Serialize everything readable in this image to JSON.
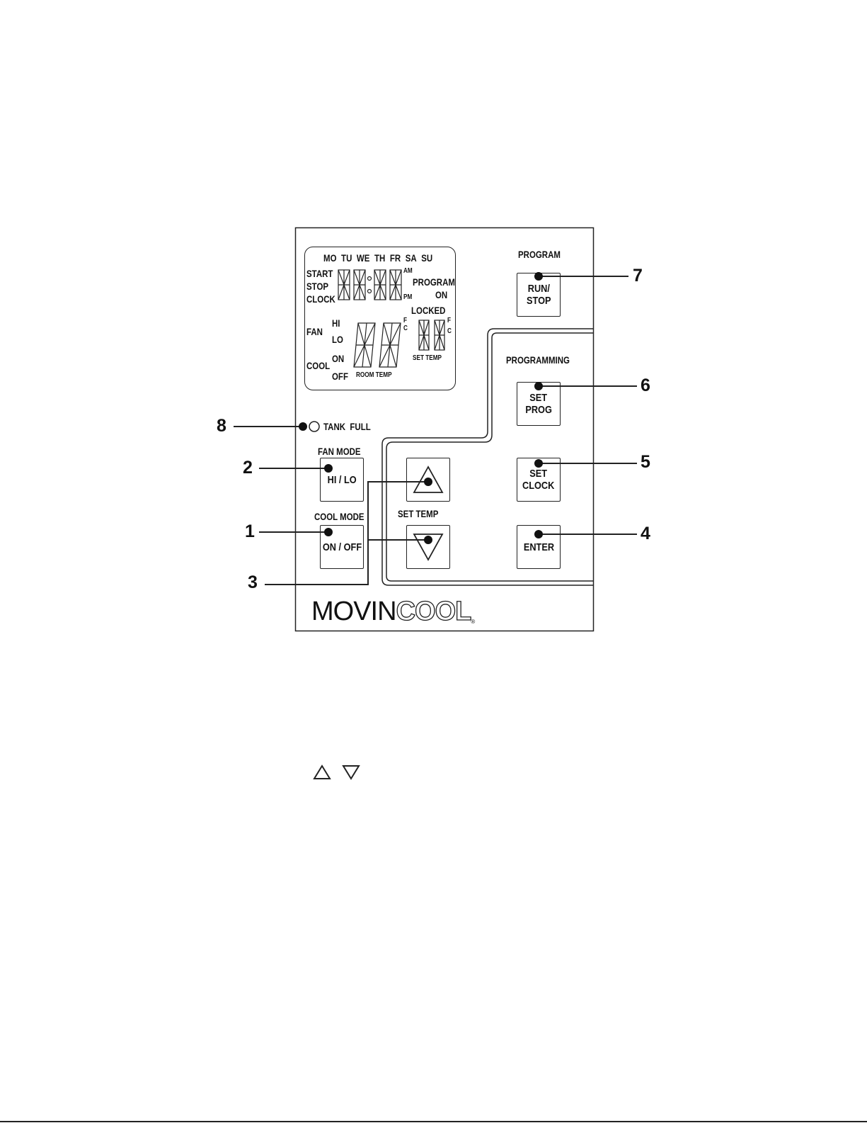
{
  "lcd": {
    "days": [
      "MO",
      "TU",
      "WE",
      "TH",
      "FR",
      "SA",
      "SU"
    ],
    "schedule_labels": [
      "START",
      "STOP",
      "CLOCK"
    ],
    "am": "AM",
    "pm": "PM",
    "program_on": [
      "PROGRAM",
      "ON"
    ],
    "locked": "LOCKED",
    "fan": "FAN",
    "fan_levels": [
      "HI",
      "LO"
    ],
    "cool": "COOL",
    "cool_states": [
      "ON",
      "OFF"
    ],
    "room_temp": "ROOM TEMP",
    "set_temp": "SET TEMP",
    "unit_f": "F",
    "unit_c": "C"
  },
  "indicator": {
    "label": "TANK  FULL"
  },
  "sections": {
    "program": "PROGRAM",
    "programming": "PROGRAMMING",
    "fan_mode": "FAN MODE",
    "cool_mode": "COOL MODE",
    "set_temp": "SET   TEMP"
  },
  "buttons": {
    "run_stop": [
      "RUN/",
      "STOP"
    ],
    "set_prog": [
      "SET",
      "PROG"
    ],
    "set_clock": [
      "SET",
      "CLOCK"
    ],
    "enter": [
      "ENTER"
    ],
    "fan_hilo": [
      "HI / LO"
    ],
    "cool_onoff": [
      "ON / OFF"
    ]
  },
  "callouts": [
    "1",
    "2",
    "3",
    "4",
    "5",
    "6",
    "7",
    "8"
  ],
  "brand": {
    "part1": "MOVIN",
    "part2": "COOL",
    "mark": "®"
  },
  "colors": {
    "ink": "#222222",
    "background": "#ffffff"
  }
}
